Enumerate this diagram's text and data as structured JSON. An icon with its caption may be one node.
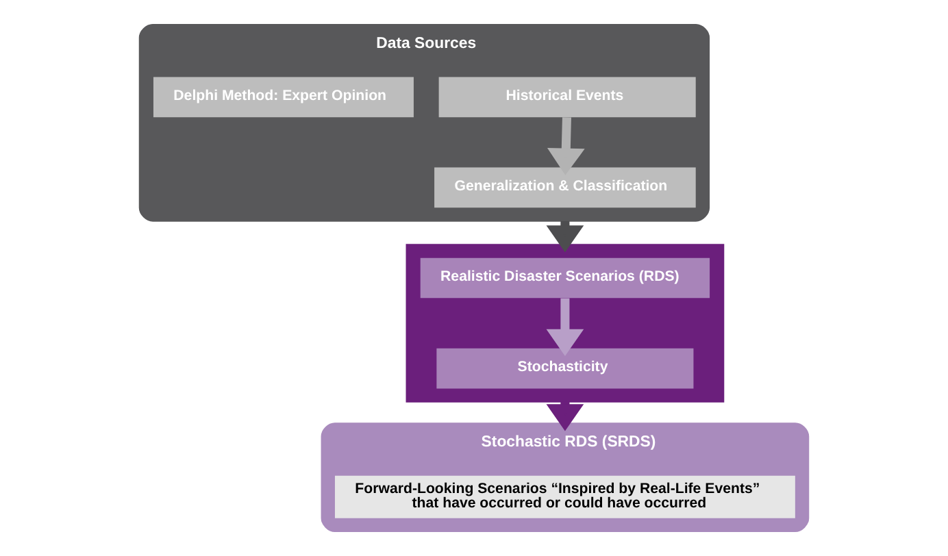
{
  "diagram": {
    "nodes": [
      {
        "text": [
          "Data Sources"
        ]
      },
      {
        "text": [
          "Historical Events"
        ],
        "in": 0
      },
      {
        "text": [
          "Generalization & Classification"
        ],
        "in": 0
      },
      {
        "text": [
          "Delphi Method: Expert Opinion"
        ],
        "in": 0
      },
      {
        "text": [],
        "shape": "box"
      },
      {
        "text": [
          "Realistic Disaster Scenarios (RDS)"
        ],
        "in": 4
      },
      {
        "text": [
          "Stochasticity"
        ],
        "in": 4
      },
      {
        "text": [
          "Stochastic RDS (SRDS)"
        ]
      },
      {
        "text": [
          "Forward-Looking Scenarios “Inspired by Real-Life Events” that have occurred or could have occurred"
        ],
        "in": 7
      }
    ],
    "edges": [
      {
        "from": 1,
        "to": 2,
        "arrow": "to",
        "color": "#b3b3b3"
      },
      {
        "from": 0,
        "to": 4,
        "arrow": "to",
        "color": "#4d4d4f"
      },
      {
        "from": 5,
        "to": 6,
        "arrow": "to",
        "color": "#b89fc8"
      },
      {
        "from": 4,
        "to": 7,
        "arrow": "to",
        "color": "#6b1f7c"
      }
    ]
  }
}
